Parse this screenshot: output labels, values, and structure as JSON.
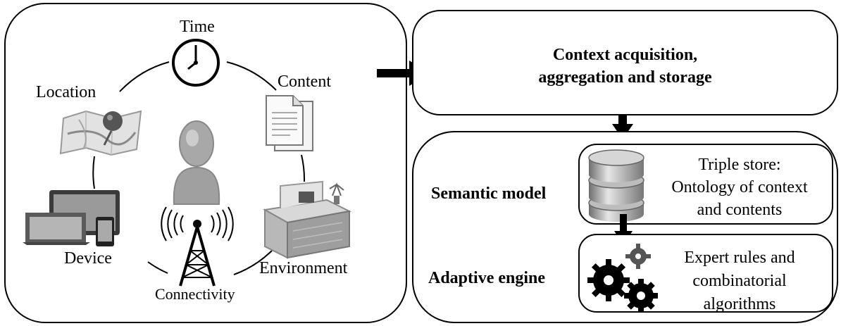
{
  "context": {
    "factors": {
      "time": "Time",
      "content": "Content",
      "location": "Location",
      "device": "Device",
      "connectivity": "Connectivity",
      "environment": "Environment"
    }
  },
  "acquisition": {
    "line1": "Context acquisition,",
    "line2": "aggregation and storage"
  },
  "semantic": {
    "label": "Semantic model",
    "store_line1": "Triple store:",
    "store_line2": "Ontology of context",
    "store_line3": "and contents"
  },
  "adaptive": {
    "label": "Adaptive engine",
    "rules_line1": "Expert rules and",
    "rules_line2": "combinatorial",
    "rules_line3": "algorithms"
  },
  "icons": [
    "clock-icon",
    "document-icon",
    "map-pin-icon",
    "user-icon",
    "devices-icon",
    "antenna-icon",
    "office-desk-icon",
    "database-icon",
    "gears-icon"
  ],
  "colors": {
    "stroke": "#000000",
    "icon_gray": "#8a8a8a",
    "icon_light": "#cfcfcf"
  }
}
